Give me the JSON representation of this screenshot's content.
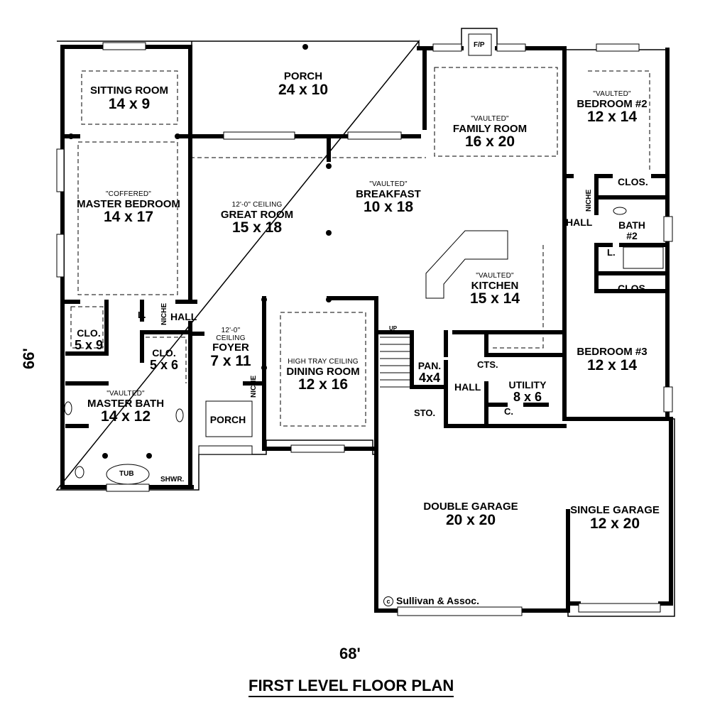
{
  "plan": {
    "title": "FIRST LEVEL FLOOR PLAN",
    "width_dim": "68'",
    "depth_dim": "66'",
    "copyright_symbol": "c",
    "copyright": "Sullivan & Assoc."
  },
  "rooms": {
    "sitting_room": {
      "name": "SITTING ROOM",
      "dim": "14 x 9"
    },
    "porch_rear": {
      "name": "PORCH",
      "dim": "24 x 10"
    },
    "family_room": {
      "note": "\"VAULTED\"",
      "name": "FAMILY ROOM",
      "dim": "16 x 20"
    },
    "fireplace": {
      "name": "F/P"
    },
    "bedroom2": {
      "note": "\"VAULTED\"",
      "name": "BEDROOM #2",
      "dim": "12 x 14"
    },
    "master_bedroom": {
      "note": "\"COFFERED\"",
      "name": "MASTER BEDROOM",
      "dim": "14 x 17"
    },
    "great_room": {
      "note": "12'-0\" CEILING",
      "name": "GREAT ROOM",
      "dim": "15 x 18"
    },
    "breakfast": {
      "note": "\"VAULTED\"",
      "name": "BREAKFAST",
      "dim": "10 x 18"
    },
    "kitchen": {
      "note": "\"VAULTED\"",
      "name": "KITCHEN",
      "dim": "15 x 14"
    },
    "bath2": {
      "name": "BATH",
      "dim": "#2"
    },
    "bedroom3": {
      "name": "BEDROOM #3",
      "dim": "12 x 14"
    },
    "clo_5x9": {
      "name": "CLO.",
      "dim": "5 x 9"
    },
    "clo_5x6": {
      "name": "CLO.",
      "dim": "5 x 6"
    },
    "foyer": {
      "note1": "12'-0\"",
      "note2": "CEILING",
      "name": "FOYER",
      "dim": "7 x 11"
    },
    "dining_room": {
      "note": "HIGH TRAY CEILING",
      "name": "DINING ROOM",
      "dim": "12 x 16"
    },
    "pantry": {
      "name": "PAN.",
      "dim": "4x4"
    },
    "utility": {
      "name": "UTILITY",
      "dim": "8 x 6"
    },
    "master_bath": {
      "note": "\"VAULTED\"",
      "name": "MASTER BATH",
      "dim": "14 x 12"
    },
    "porch_front": {
      "name": "PORCH"
    },
    "double_garage": {
      "name": "DOUBLE GARAGE",
      "dim": "20 x 20"
    },
    "single_garage": {
      "name": "SINGLE GARAGE",
      "dim": "12 x 20"
    }
  },
  "small_labels": {
    "hall_master": "HALL",
    "hall_east": "HALL",
    "hall_utility": "HALL",
    "niche_master": "NICHE",
    "niche_foyer": "NICHE",
    "niche_east": "NICHE",
    "linen_master": "L.",
    "linen_bath2": "L.",
    "clos_upper": "CLOS.",
    "clos_lower": "CLOS.",
    "cts": "CTS.",
    "closet_c": "C.",
    "storage": "STO.",
    "stair_up": "UP",
    "tub": "TUB",
    "shower": "SHWR."
  }
}
